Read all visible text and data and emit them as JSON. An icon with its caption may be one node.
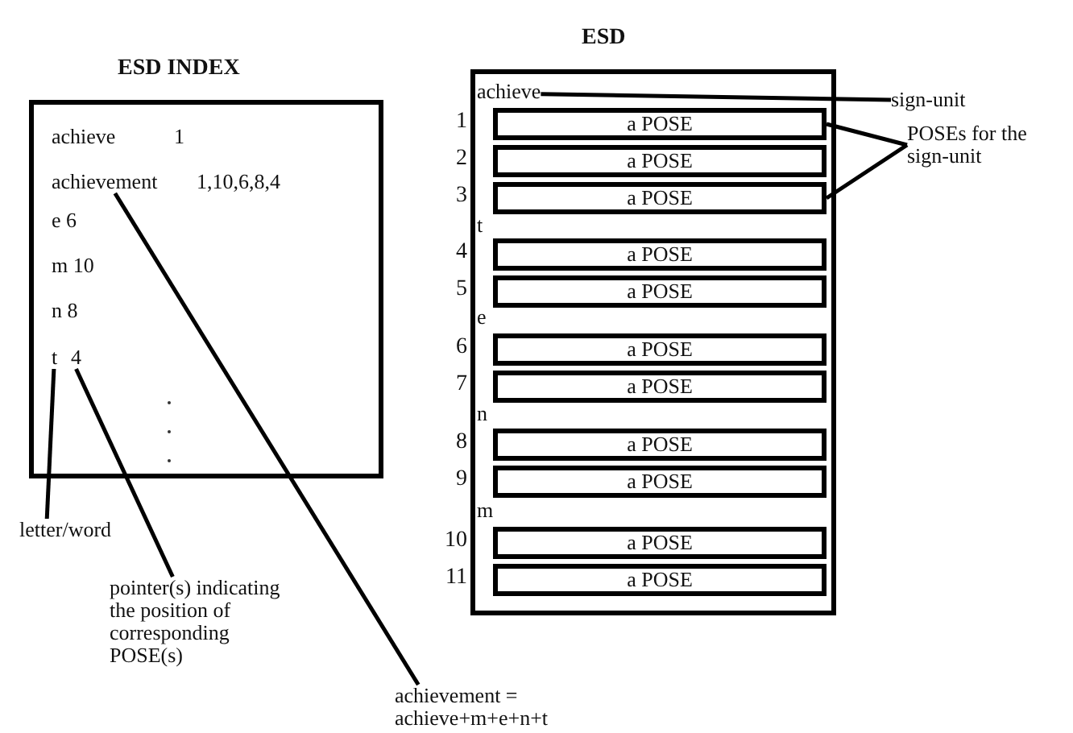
{
  "diagram": {
    "nodes": [
      {
        "text": [
          "ESD INDEX"
        ]
      },
      {
        "text": [
          "achievement"
        ],
        "in": 0
      },
      {
        "text": [
          "t"
        ],
        "in": 0
      },
      {
        "text": [
          "4"
        ],
        "in": 0
      },
      {
        "text": [
          "ESD"
        ]
      },
      {
        "text": [
          "achieve"
        ],
        "in": 4
      },
      {
        "text": [
          "a POSE"
        ],
        "in": 4,
        "beside": [
          "1"
        ]
      },
      {
        "text": [
          "a POSE"
        ],
        "in": 4,
        "beside": [
          "2"
        ]
      },
      {
        "text": [
          "a POSE"
        ],
        "in": 4,
        "beside": [
          "3"
        ]
      },
      {
        "text": [
          "a POSE"
        ],
        "in": 4,
        "beside": [
          "4"
        ]
      },
      {
        "text": [
          "a POSE"
        ],
        "in": 4,
        "beside": [
          "5"
        ]
      },
      {
        "text": [
          "a POSE"
        ],
        "in": 4,
        "beside": [
          "6"
        ]
      },
      {
        "text": [
          "a POSE"
        ],
        "in": 4,
        "beside": [
          "7"
        ]
      },
      {
        "text": [
          "a POSE"
        ],
        "in": 4,
        "beside": [
          "8"
        ]
      },
      {
        "text": [
          "a POSE"
        ],
        "in": 4,
        "beside": [
          "9"
        ]
      },
      {
        "text": [
          "a POSE"
        ],
        "in": 4,
        "beside": [
          "10"
        ]
      },
      {
        "text": [
          "a POSE"
        ],
        "in": 4,
        "beside": [
          "11"
        ]
      },
      {
        "text": [
          "sign-unit"
        ]
      },
      {
        "text": [
          "POSEs for the sign-unit"
        ]
      },
      {
        "text": [
          "letter/word"
        ]
      },
      {
        "text": [
          "pointer(s) indicating the position of corresponding POSE(s)"
        ]
      },
      {
        "text": [
          "achievement = achieve+m+e+n+t"
        ]
      }
    ],
    "edges": [
      {
        "from": 17,
        "to": 5,
        "arrow": "none"
      },
      {
        "from": 18,
        "to": 6,
        "arrow": "none"
      },
      {
        "from": 18,
        "to": 8,
        "arrow": "none"
      },
      {
        "from": 19,
        "to": 2,
        "arrow": "none"
      },
      {
        "from": 20,
        "to": 3,
        "arrow": "none"
      },
      {
        "from": 21,
        "to": 1,
        "arrow": "none"
      }
    ],
    "labels": [
      "achieve",
      "1",
      "1,10,6,8,4",
      "e 6",
      "m 10",
      "n 8",
      "t",
      "e",
      "n",
      "m"
    ]
  }
}
